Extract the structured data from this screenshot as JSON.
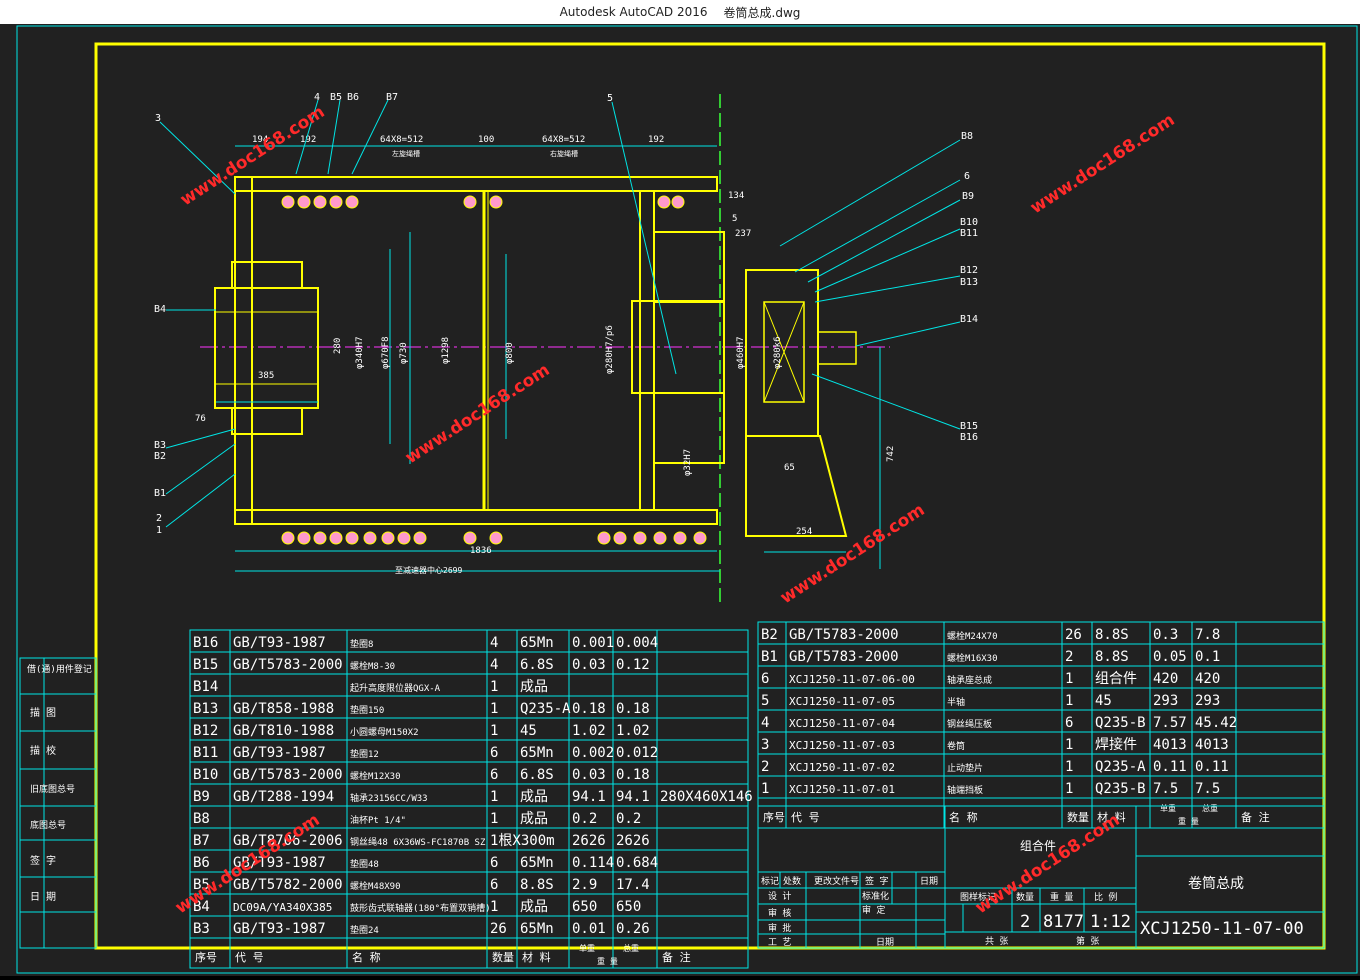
{
  "window": {
    "app": "Autodesk AutoCAD 2016",
    "file": "卷筒总成.dwg"
  },
  "watermark": "www.doc168.com",
  "colors": {
    "background": "#212121",
    "frame": "#ffff00",
    "lines": "#00e5e5",
    "part": "#ffff00",
    "centerline": "#ff33ff",
    "watermark": "#ff2a2a"
  },
  "side_stamp": [
    "借(通)用件登记",
    "描 图",
    "描 校",
    "旧底图总号",
    "底图总号",
    "签 字",
    "日 期"
  ],
  "drawing": {
    "dims": {
      "d194": "194",
      "d192a": "192",
      "d64x8a": "64X8=512",
      "d100": "100",
      "d64x8b": "64X8=512",
      "d192b": "192",
      "d134": "134",
      "d5": "5",
      "d237": "237",
      "d385": "385",
      "d76": "76",
      "d280": "280",
      "d340": "φ340H7",
      "d670": "φ670F8",
      "d730": "φ730",
      "d1298": "φ1298",
      "d800": "φ800",
      "d280h7": "φ280H7/p6",
      "d460": "φ460H7",
      "d280k6": "φ280k6",
      "d32": "φ32H7",
      "d65": "65",
      "d254": "254",
      "d742": "742",
      "d1836": "1836",
      "d2699": "至减速器中心2699",
      "note_a": "左旋绳槽",
      "note_b": "右旋绳槽"
    },
    "callouts": [
      "3",
      "4",
      "B5",
      "B6",
      "B7",
      "5",
      "B8",
      "6",
      "B9",
      "B10",
      "B11",
      "B12",
      "B13",
      "B14",
      "B15",
      "B16",
      "B4",
      "B3",
      "B2",
      "B1",
      "2",
      "1"
    ]
  },
  "left_table": {
    "rows": [
      [
        "B16",
        "GB/T93-1987",
        "垫圈8",
        "4",
        "65Mn",
        "0.001",
        "0.004",
        ""
      ],
      [
        "B15",
        "GB/T5783-2000",
        "螺栓M8-30",
        "4",
        "6.8S",
        "0.03",
        "0.12",
        ""
      ],
      [
        "B14",
        "",
        "起升高度限位器QGX-A",
        "1",
        "成品",
        "",
        "",
        ""
      ],
      [
        "B13",
        "GB/T858-1988",
        "垫圈150",
        "1",
        "Q235-A",
        "0.18",
        "0.18",
        ""
      ],
      [
        "B12",
        "GB/T810-1988",
        "小圆螺母M150X2",
        "1",
        "45",
        "1.02",
        "1.02",
        ""
      ],
      [
        "B11",
        "GB/T93-1987",
        "垫圈12",
        "6",
        "65Mn",
        "0.002",
        "0.012",
        ""
      ],
      [
        "B10",
        "GB/T5783-2000",
        "螺栓M12X30",
        "6",
        "6.8S",
        "0.03",
        "0.18",
        ""
      ],
      [
        "B9",
        "GB/T288-1994",
        "轴承23156CC/W33",
        "1",
        "成品",
        "94.1",
        "94.1",
        "280X460X146"
      ],
      [
        "B8",
        "",
        "油杯Pt 1/4\"",
        "1",
        "成品",
        "0.2",
        "0.2",
        ""
      ],
      [
        "B7",
        "GB/T8706-2006",
        "钢丝绳48 6X36WS-FC1870B SZ",
        "1根X300m",
        "",
        "2626",
        "2626",
        ""
      ],
      [
        "B6",
        "GB/T93-1987",
        "垫圈48",
        "6",
        "65Mn",
        "0.114",
        "0.684",
        ""
      ],
      [
        "B5",
        "GB/T5782-2000",
        "螺栓M48X90",
        "6",
        "8.8S",
        "2.9",
        "17.4",
        ""
      ],
      [
        "B4",
        "DC09A/YA340X385",
        "鼓形齿式联轴器(180°布置双销槽)",
        "1",
        "成品",
        "650",
        "650",
        ""
      ],
      [
        "B3",
        "GB/T93-1987",
        "垫圈24",
        "26",
        "65Mn",
        "0.01",
        "0.26",
        ""
      ]
    ],
    "header": {
      "no": "序号",
      "code": "代 号",
      "name": "名 称",
      "qty": "数量",
      "mat": "材 料",
      "unit": "单重",
      "total": "总重",
      "weight": "重 量",
      "note": "备 注"
    }
  },
  "right_table": {
    "rows": [
      [
        "B2",
        "GB/T5783-2000",
        "螺栓M24X70",
        "26",
        "8.8S",
        "0.3",
        "7.8",
        ""
      ],
      [
        "B1",
        "GB/T5783-2000",
        "螺栓M16X30",
        "2",
        "8.8S",
        "0.05",
        "0.1",
        ""
      ],
      [
        "6",
        "XCJ1250-11-07-06-00",
        "轴承座总成",
        "1",
        "组合件",
        "420",
        "420",
        ""
      ],
      [
        "5",
        "XCJ1250-11-07-05",
        "半轴",
        "1",
        "45",
        "293",
        "293",
        ""
      ],
      [
        "4",
        "XCJ1250-11-07-04",
        "钢丝绳压板",
        "6",
        "Q235-B",
        "7.57",
        "45.42",
        ""
      ],
      [
        "3",
        "XCJ1250-11-07-03",
        "卷筒",
        "1",
        "焊接件",
        "4013",
        "4013",
        ""
      ],
      [
        "2",
        "XCJ1250-11-07-02",
        "止动垫片",
        "1",
        "Q235-A",
        "0.11",
        "0.11",
        ""
      ],
      [
        "1",
        "XCJ1250-11-07-01",
        "轴端挡板",
        "1",
        "Q235-B",
        "7.5",
        "7.5",
        ""
      ]
    ],
    "header": {
      "no": "序号",
      "code": "代 号",
      "name": "名 称",
      "qty": "数量",
      "mat": "材 料",
      "unit": "单重",
      "total": "总重",
      "weight": "重 量",
      "note": "备 注"
    }
  },
  "title_block": {
    "kind": "组合件",
    "title": "卷筒总成",
    "drawing_no": "XCJ1250-11-07-00",
    "qty": "2",
    "weight": "8177",
    "scale": "1:12",
    "labels": {
      "mark": "标记",
      "count": "处数",
      "changed_doc": "更改文件号",
      "sign": "签 字",
      "date": "日期",
      "design": "设 计",
      "check": "审 核",
      "approve": "审 批",
      "process": "工 艺",
      "standard": "标准化",
      "review": "审 定",
      "date2": "日期",
      "stage": "图样标记",
      "qty_lbl": "数量",
      "weight_lbl": "重 量",
      "scale_lbl": "比 例",
      "sheets": "共 张",
      "sheet": "第 张"
    }
  }
}
